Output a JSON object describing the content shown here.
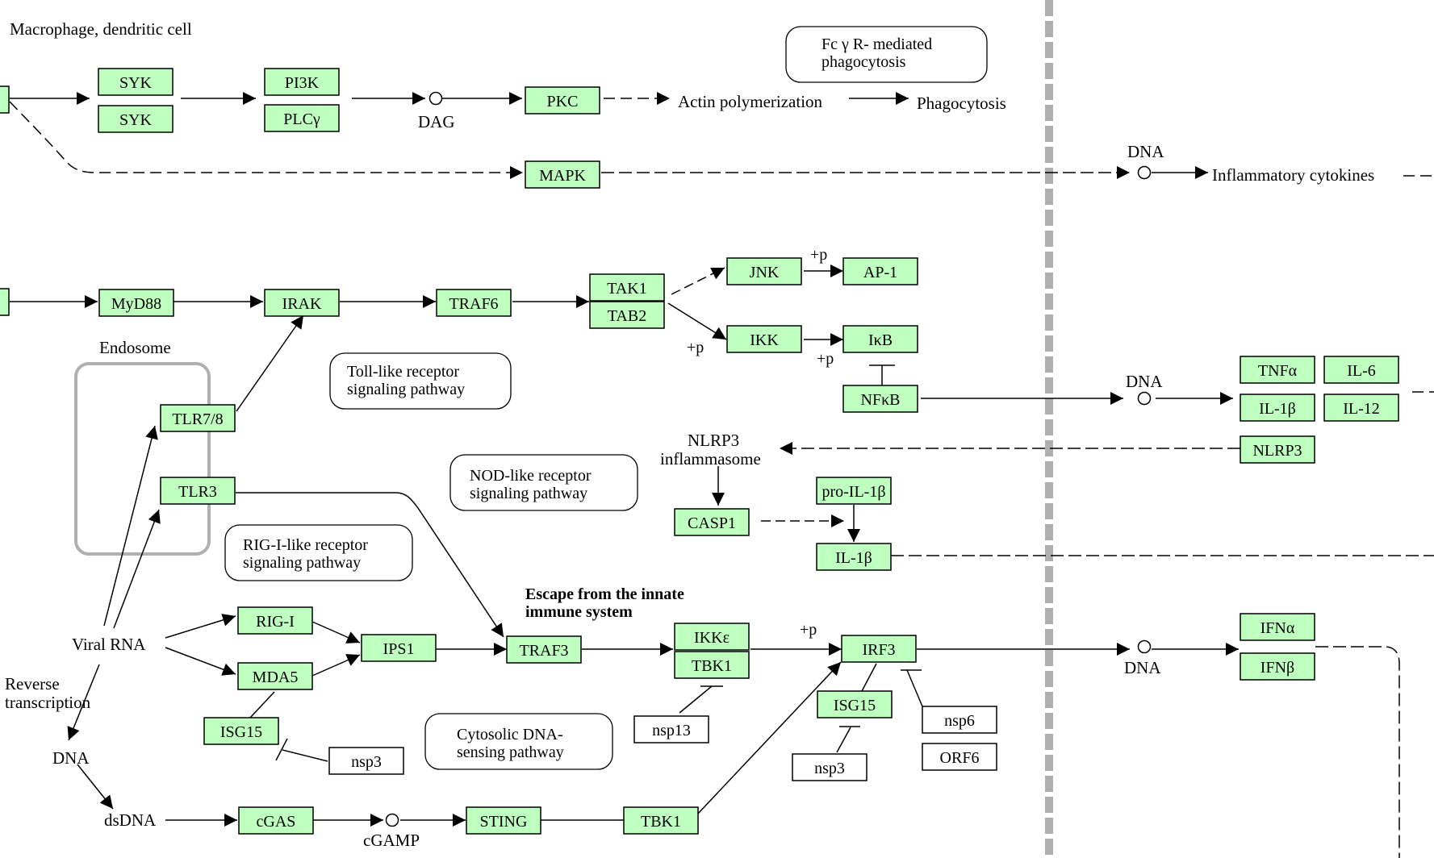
{
  "diagram": {
    "region_label": "Macrophage, dendritic cell",
    "endosome_label": "Endosome",
    "genes": {
      "syk1": "SYK",
      "syk2": "SYK",
      "pi3k": "PI3K",
      "plcg": "PLCγ",
      "pkc": "PKC",
      "mapk": "MAPK",
      "myd88": "MyD88",
      "irak": "IRAK",
      "traf6": "TRAF6",
      "tak1": "TAK1",
      "tab2": "TAB2",
      "jnk": "JNK",
      "ap1": "AP-1",
      "ikk": "IKK",
      "ikb": "IκB",
      "nfkb": "NFκB",
      "tnfa": "TNFα",
      "il6": "IL-6",
      "il1b_out": "IL-1β",
      "il12": "IL-12",
      "nlrp3": "NLRP3",
      "tlr78": "TLR7/8",
      "tlr3": "TLR3",
      "casp1": "CASP1",
      "proil1b": "pro-IL-1β",
      "il1b": "IL-1β",
      "rigi": "RIG-I",
      "mda5": "MDA5",
      "ips1": "IPS1",
      "traf3": "TRAF3",
      "ikke": "IKKε",
      "tbk1a": "TBK1",
      "irf3": "IRF3",
      "isg15a": "ISG15",
      "isg15b": "ISG15",
      "ifna": "IFNα",
      "ifnb": "IFNβ",
      "cgas": "cGAS",
      "sting": "STING",
      "tbk1b": "TBK1"
    },
    "viral": {
      "nsp13": "nsp13",
      "nsp3a": "nsp3",
      "nsp3b": "nsp3",
      "nsp6": "nsp6",
      "orf6": "ORF6"
    },
    "maps": {
      "fcgr": [
        "Fc γ R- mediated",
        "phagocytosis"
      ],
      "tlr": [
        "Toll-like receptor",
        "signaling pathway"
      ],
      "nod": [
        "NOD-like receptor",
        "signaling pathway"
      ],
      "rig": [
        "RIG-I-like receptor",
        "signaling pathway"
      ],
      "cyto": [
        "Cytosolic DNA-",
        "sensing pathway"
      ]
    },
    "texts": {
      "dag": "DAG",
      "actin": "Actin polymerization",
      "phago": "Phagocytosis",
      "dna1": "DNA",
      "inflam": "Inflammatory cytokines",
      "dna2": "DNA",
      "dna3": "DNA",
      "nlrp3_inf": [
        "NLRP3",
        "inflammasome"
      ],
      "viral_rna": "Viral RNA",
      "rev": [
        "Reverse",
        "transcription"
      ],
      "dna_left": "DNA",
      "dsdna": "dsDNA",
      "cgamp": "cGAMP",
      "escape": [
        "Escape from the innate",
        "immune system"
      ],
      "p1": "+p",
      "p2": "+p",
      "p3": "+p",
      "p4": "+p"
    }
  }
}
